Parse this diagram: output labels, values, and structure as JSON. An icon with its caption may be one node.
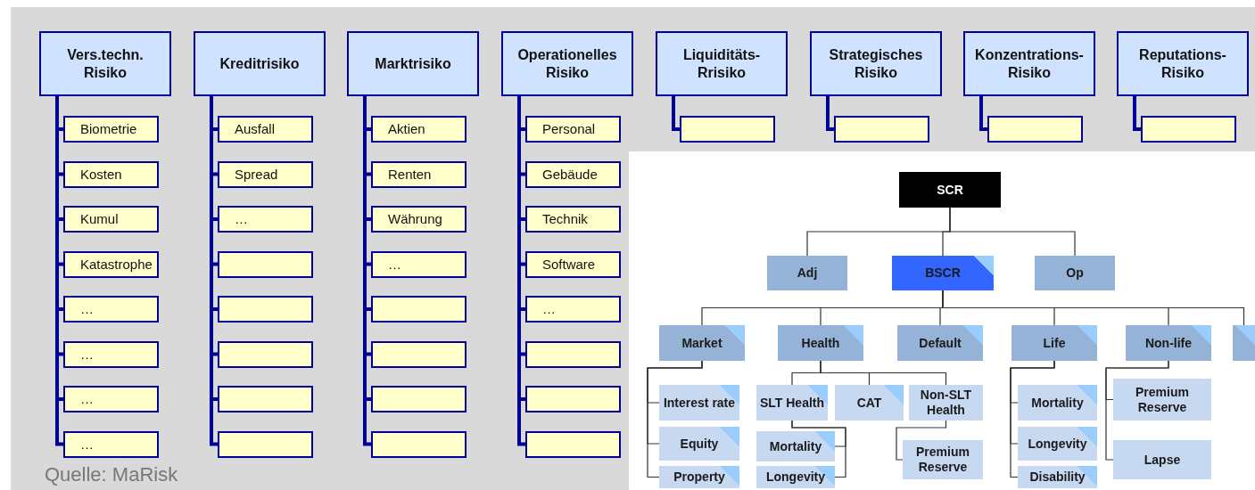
{
  "diagram": {
    "nodes": [
      {
        "text": [
          "Vers.techn. Risiko"
        ]
      },
      {
        "text": [
          "Kreditrisiko"
        ]
      },
      {
        "text": [
          "Marktrisiko"
        ]
      },
      {
        "text": [
          "Operationelles Risiko"
        ]
      },
      {
        "text": [
          "Liquiditäts- Rrisiko"
        ]
      },
      {
        "text": [
          "Strategisches Risiko"
        ]
      },
      {
        "text": [
          "Konzentrations- Risiko"
        ]
      },
      {
        "text": [
          "Reputations- Risiko"
        ]
      },
      {
        "text": [
          "Biometrie"
        ]
      },
      {
        "text": [
          "Kosten"
        ]
      },
      {
        "text": [
          "Kumul"
        ]
      },
      {
        "text": [
          "Katastrophe"
        ]
      },
      {
        "text": [
          "…"
        ]
      },
      {
        "text": [
          "…"
        ]
      },
      {
        "text": [
          "…"
        ]
      },
      {
        "text": [
          "…"
        ]
      },
      {
        "text": [
          "Ausfall"
        ]
      },
      {
        "text": [
          "Spread"
        ]
      },
      {
        "text": [
          "…"
        ]
      },
      {
        "text": [],
        "shape": "box"
      },
      {
        "text": [],
        "shape": "box"
      },
      {
        "text": [],
        "shape": "box"
      },
      {
        "text": [],
        "shape": "box"
      },
      {
        "text": [],
        "shape": "box"
      },
      {
        "text": [
          "Aktien"
        ]
      },
      {
        "text": [
          "Renten"
        ]
      },
      {
        "text": [
          "Währung"
        ]
      },
      {
        "text": [
          "…"
        ]
      },
      {
        "text": [],
        "shape": "box"
      },
      {
        "text": [],
        "shape": "box"
      },
      {
        "text": [],
        "shape": "box"
      },
      {
        "text": [],
        "shape": "box"
      },
      {
        "text": [
          "Personal"
        ]
      },
      {
        "text": [
          "Gebäude"
        ]
      },
      {
        "text": [
          "Technik"
        ]
      },
      {
        "text": [
          "Software"
        ]
      },
      {
        "text": [
          "…"
        ]
      },
      {
        "text": [],
        "shape": "box"
      },
      {
        "text": [],
        "shape": "box"
      },
      {
        "text": [],
        "shape": "box"
      },
      {
        "text": [],
        "shape": "box"
      },
      {
        "text": [],
        "shape": "box"
      },
      {
        "text": [],
        "shape": "box"
      },
      {
        "text": [],
        "shape": "box"
      },
      {
        "text": [
          "SCR"
        ]
      },
      {
        "text": [
          "Adj"
        ]
      },
      {
        "text": [
          "BSCR"
        ]
      },
      {
        "text": [
          "Op"
        ]
      },
      {
        "text": [
          "Market"
        ]
      },
      {
        "text": [
          "Health"
        ]
      },
      {
        "text": [
          "Default"
        ]
      },
      {
        "text": [
          "Life"
        ]
      },
      {
        "text": [
          "Non-life"
        ]
      },
      {
        "text": [],
        "shape": "box"
      },
      {
        "text": [
          "Interest rate"
        ]
      },
      {
        "text": [
          "Equity"
        ]
      },
      {
        "text": [
          "Property"
        ]
      },
      {
        "text": [
          "SLT Health"
        ]
      },
      {
        "text": [
          "CAT"
        ]
      },
      {
        "text": [
          "Non-SLT Health"
        ]
      },
      {
        "text": [
          "Mortality"
        ]
      },
      {
        "text": [
          "Longevity"
        ]
      },
      {
        "text": [
          "Premium Reserve"
        ]
      },
      {
        "text": [
          "Mortality"
        ]
      },
      {
        "text": [
          "Longevity"
        ]
      },
      {
        "text": [
          "Disability"
        ]
      },
      {
        "text": [
          "Premium Reserve"
        ]
      },
      {
        "text": [
          "Lapse"
        ]
      }
    ],
    "edges": [
      {
        "from": 0,
        "to": 8,
        "arrow": "none"
      },
      {
        "from": 0,
        "to": 9,
        "arrow": "none"
      },
      {
        "from": 0,
        "to": 10,
        "arrow": "none"
      },
      {
        "from": 0,
        "to": 11,
        "arrow": "none"
      },
      {
        "from": 0,
        "to": 12,
        "arrow": "none"
      },
      {
        "from": 0,
        "to": 13,
        "arrow": "none"
      },
      {
        "from": 0,
        "to": 14,
        "arrow": "none"
      },
      {
        "from": 0,
        "to": 15,
        "arrow": "none"
      },
      {
        "from": 1,
        "to": 16,
        "arrow": "none"
      },
      {
        "from": 1,
        "to": 17,
        "arrow": "none"
      },
      {
        "from": 1,
        "to": 18,
        "arrow": "none"
      },
      {
        "from": 1,
        "to": 19,
        "arrow": "none"
      },
      {
        "from": 1,
        "to": 20,
        "arrow": "none"
      },
      {
        "from": 1,
        "to": 21,
        "arrow": "none"
      },
      {
        "from": 1,
        "to": 22,
        "arrow": "none"
      },
      {
        "from": 1,
        "to": 23,
        "arrow": "none"
      },
      {
        "from": 2,
        "to": 24,
        "arrow": "none"
      },
      {
        "from": 2,
        "to": 25,
        "arrow": "none"
      },
      {
        "from": 2,
        "to": 26,
        "arrow": "none"
      },
      {
        "from": 2,
        "to": 27,
        "arrow": "none"
      },
      {
        "from": 2,
        "to": 28,
        "arrow": "none"
      },
      {
        "from": 2,
        "to": 29,
        "arrow": "none"
      },
      {
        "from": 2,
        "to": 30,
        "arrow": "none"
      },
      {
        "from": 2,
        "to": 31,
        "arrow": "none"
      },
      {
        "from": 3,
        "to": 32,
        "arrow": "none"
      },
      {
        "from": 3,
        "to": 33,
        "arrow": "none"
      },
      {
        "from": 3,
        "to": 34,
        "arrow": "none"
      },
      {
        "from": 3,
        "to": 35,
        "arrow": "none"
      },
      {
        "from": 3,
        "to": 36,
        "arrow": "none"
      },
      {
        "from": 3,
        "to": 37,
        "arrow": "none"
      },
      {
        "from": 3,
        "to": 38,
        "arrow": "none"
      },
      {
        "from": 3,
        "to": 39,
        "arrow": "none"
      },
      {
        "from": 4,
        "to": 40,
        "arrow": "none"
      },
      {
        "from": 5,
        "to": 41,
        "arrow": "none"
      },
      {
        "from": 6,
        "to": 42,
        "arrow": "none"
      },
      {
        "from": 7,
        "to": 43,
        "arrow": "none"
      },
      {
        "from": 44,
        "to": 45,
        "arrow": "none",
        "color": "#333333"
      },
      {
        "from": 44,
        "to": 46,
        "arrow": "none",
        "color": "#333333"
      },
      {
        "from": 44,
        "to": 47,
        "arrow": "none",
        "color": "#333333"
      },
      {
        "from": 46,
        "to": 48,
        "arrow": "none",
        "color": "#333333"
      },
      {
        "from": 46,
        "to": 49,
        "arrow": "none",
        "color": "#333333"
      },
      {
        "from": 46,
        "to": 50,
        "arrow": "none",
        "color": "#333333"
      },
      {
        "from": 46,
        "to": 51,
        "arrow": "none",
        "color": "#333333"
      },
      {
        "from": 46,
        "to": 52,
        "arrow": "none",
        "color": "#333333"
      },
      {
        "from": 46,
        "to": 53,
        "arrow": "none",
        "color": "#333333"
      },
      {
        "from": 48,
        "to": 54,
        "arrow": "none",
        "color": "#333333"
      },
      {
        "from": 48,
        "to": 55,
        "arrow": "none",
        "color": "#333333"
      },
      {
        "from": 48,
        "to": 56,
        "arrow": "none",
        "color": "#333333"
      },
      {
        "from": 49,
        "to": 57,
        "arrow": "none",
        "color": "#333333"
      },
      {
        "from": 49,
        "to": 58,
        "arrow": "none",
        "color": "#333333"
      },
      {
        "from": 49,
        "to": 59,
        "arrow": "none",
        "color": "#333333"
      },
      {
        "from": 57,
        "to": 60,
        "arrow": "none",
        "color": "#333333"
      },
      {
        "from": 57,
        "to": 61,
        "arrow": "none",
        "color": "#333333"
      },
      {
        "from": 59,
        "to": 62,
        "arrow": "none",
        "color": "#333333"
      },
      {
        "from": 51,
        "to": 63,
        "arrow": "none",
        "color": "#333333"
      },
      {
        "from": 51,
        "to": 64,
        "arrow": "none",
        "color": "#333333"
      },
      {
        "from": 51,
        "to": 65,
        "arrow": "none",
        "color": "#333333"
      },
      {
        "from": 52,
        "to": 66,
        "arrow": "none",
        "color": "#333333"
      },
      {
        "from": 52,
        "to": 67,
        "arrow": "none",
        "color": "#333333"
      }
    ],
    "labels": [
      "Quelle: MaRisk"
    ]
  }
}
